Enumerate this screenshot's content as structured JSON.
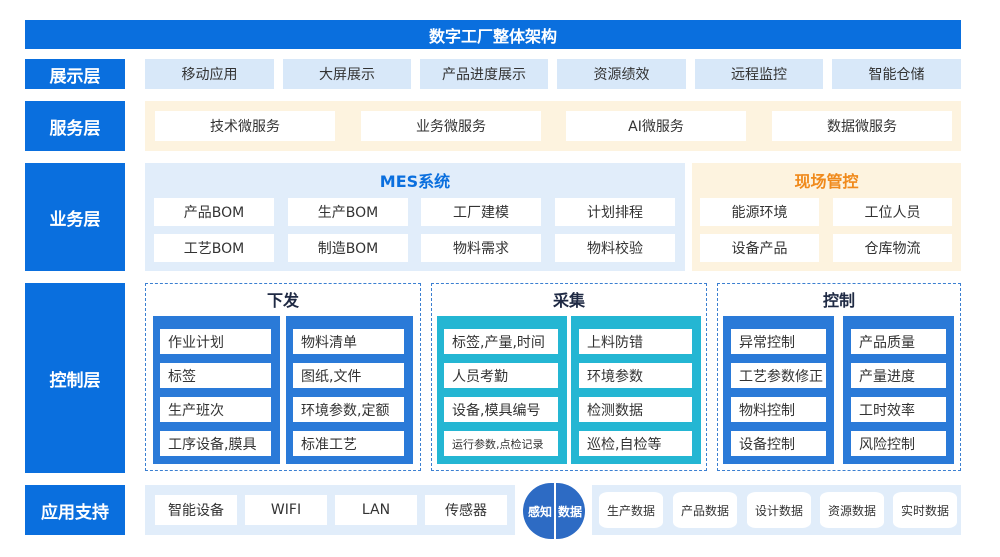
{
  "title": "数字工厂整体架构",
  "layers": {
    "display": "展示层",
    "service": "服务层",
    "business": "业务层",
    "control": "控制层",
    "support": "应用支持"
  },
  "display_items": [
    "移动应用",
    "大屏展示",
    "产品进度展示",
    "资源绩效",
    "远程监控",
    "智能仓储"
  ],
  "service_items": [
    "技术微服务",
    "业务微服务",
    "AI微服务",
    "数据微服务"
  ],
  "mes": {
    "title": "MES系统",
    "items": [
      "产品BOM",
      "生产BOM",
      "工厂建模",
      "计划排程",
      "工艺BOM",
      "制造BOM",
      "物料需求",
      "物料校验"
    ]
  },
  "site": {
    "title": "现场管控",
    "items": [
      "能源环境",
      "工位人员",
      "设备产品",
      "仓库物流"
    ]
  },
  "issue": {
    "title": "下发",
    "left": [
      "作业计划",
      "标签",
      "生产班次",
      "工序设备,膜具"
    ],
    "right": [
      "物料清单",
      "图纸,文件",
      "环境参数,定额",
      "标准工艺"
    ]
  },
  "collect": {
    "title": "采集",
    "left": [
      "标签,产量,时间",
      "人员考勤",
      "设备,模具编号",
      "运行参数,点检记录"
    ],
    "right": [
      "上料防错",
      "环境参数",
      "检测数据",
      "巡检,自检等"
    ]
  },
  "ctrl": {
    "title": "控制",
    "left": [
      "异常控制",
      "工艺参数修正",
      "物料控制",
      "设备控制"
    ],
    "right": [
      "产品质量",
      "产量进度",
      "工时效率",
      "风险控制"
    ]
  },
  "support_items": [
    "智能设备",
    "WIFI",
    "LAN",
    "传感器"
  ],
  "center": {
    "left": "感知",
    "right": "数据"
  },
  "data_items": [
    "生产数据",
    "产品数据",
    "设计数据",
    "资源数据",
    "实时数据"
  ],
  "colors": {
    "primary": "#0a6fde",
    "light_panel": "#e1edfa",
    "cream_panel": "#fdf3df",
    "orange_title": "#f08a1c",
    "column_dark": "#2a7ad8",
    "column_teal": "#24b6d3"
  }
}
